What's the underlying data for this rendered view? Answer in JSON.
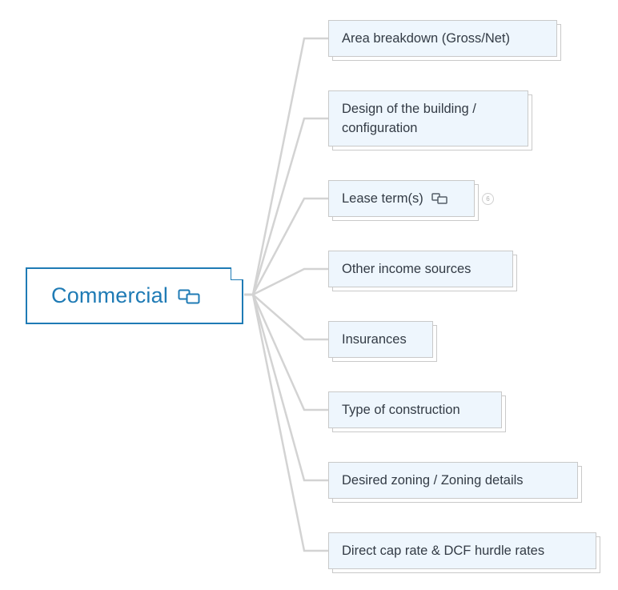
{
  "root": {
    "label": "Commercial",
    "link_icon": "link-icon"
  },
  "branches": [
    {
      "label": "Area breakdown (Gross/Net)"
    },
    {
      "label": "Design of the building / configuration"
    },
    {
      "label": "Lease term(s)",
      "link_icon": "link-icon",
      "collapsed_count": "6"
    },
    {
      "label": "Other income sources"
    },
    {
      "label": "Insurances"
    },
    {
      "label": "Type of construction"
    },
    {
      "label": "Desired zoning / Zoning details"
    },
    {
      "label": "Direct cap rate & DCF hurdle rates"
    }
  ],
  "colors": {
    "accent": "#1f7bb5",
    "connector": "#d0d0d0",
    "node_fill": "#eef6fd",
    "node_border": "#c9c9c9"
  }
}
